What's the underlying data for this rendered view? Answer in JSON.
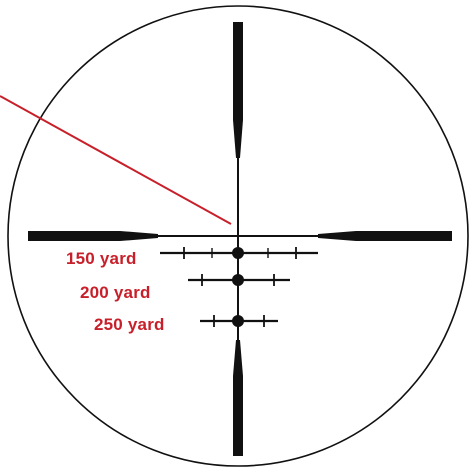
{
  "diagram": {
    "colors": {
      "reticle": "#111111",
      "label": "#c8202a",
      "pointer": "#c8202a",
      "background": "#ffffff"
    },
    "labels": {
      "yard_150": "150 yard",
      "yard_200": "200 yard",
      "yard_250": "250 yard"
    }
  }
}
